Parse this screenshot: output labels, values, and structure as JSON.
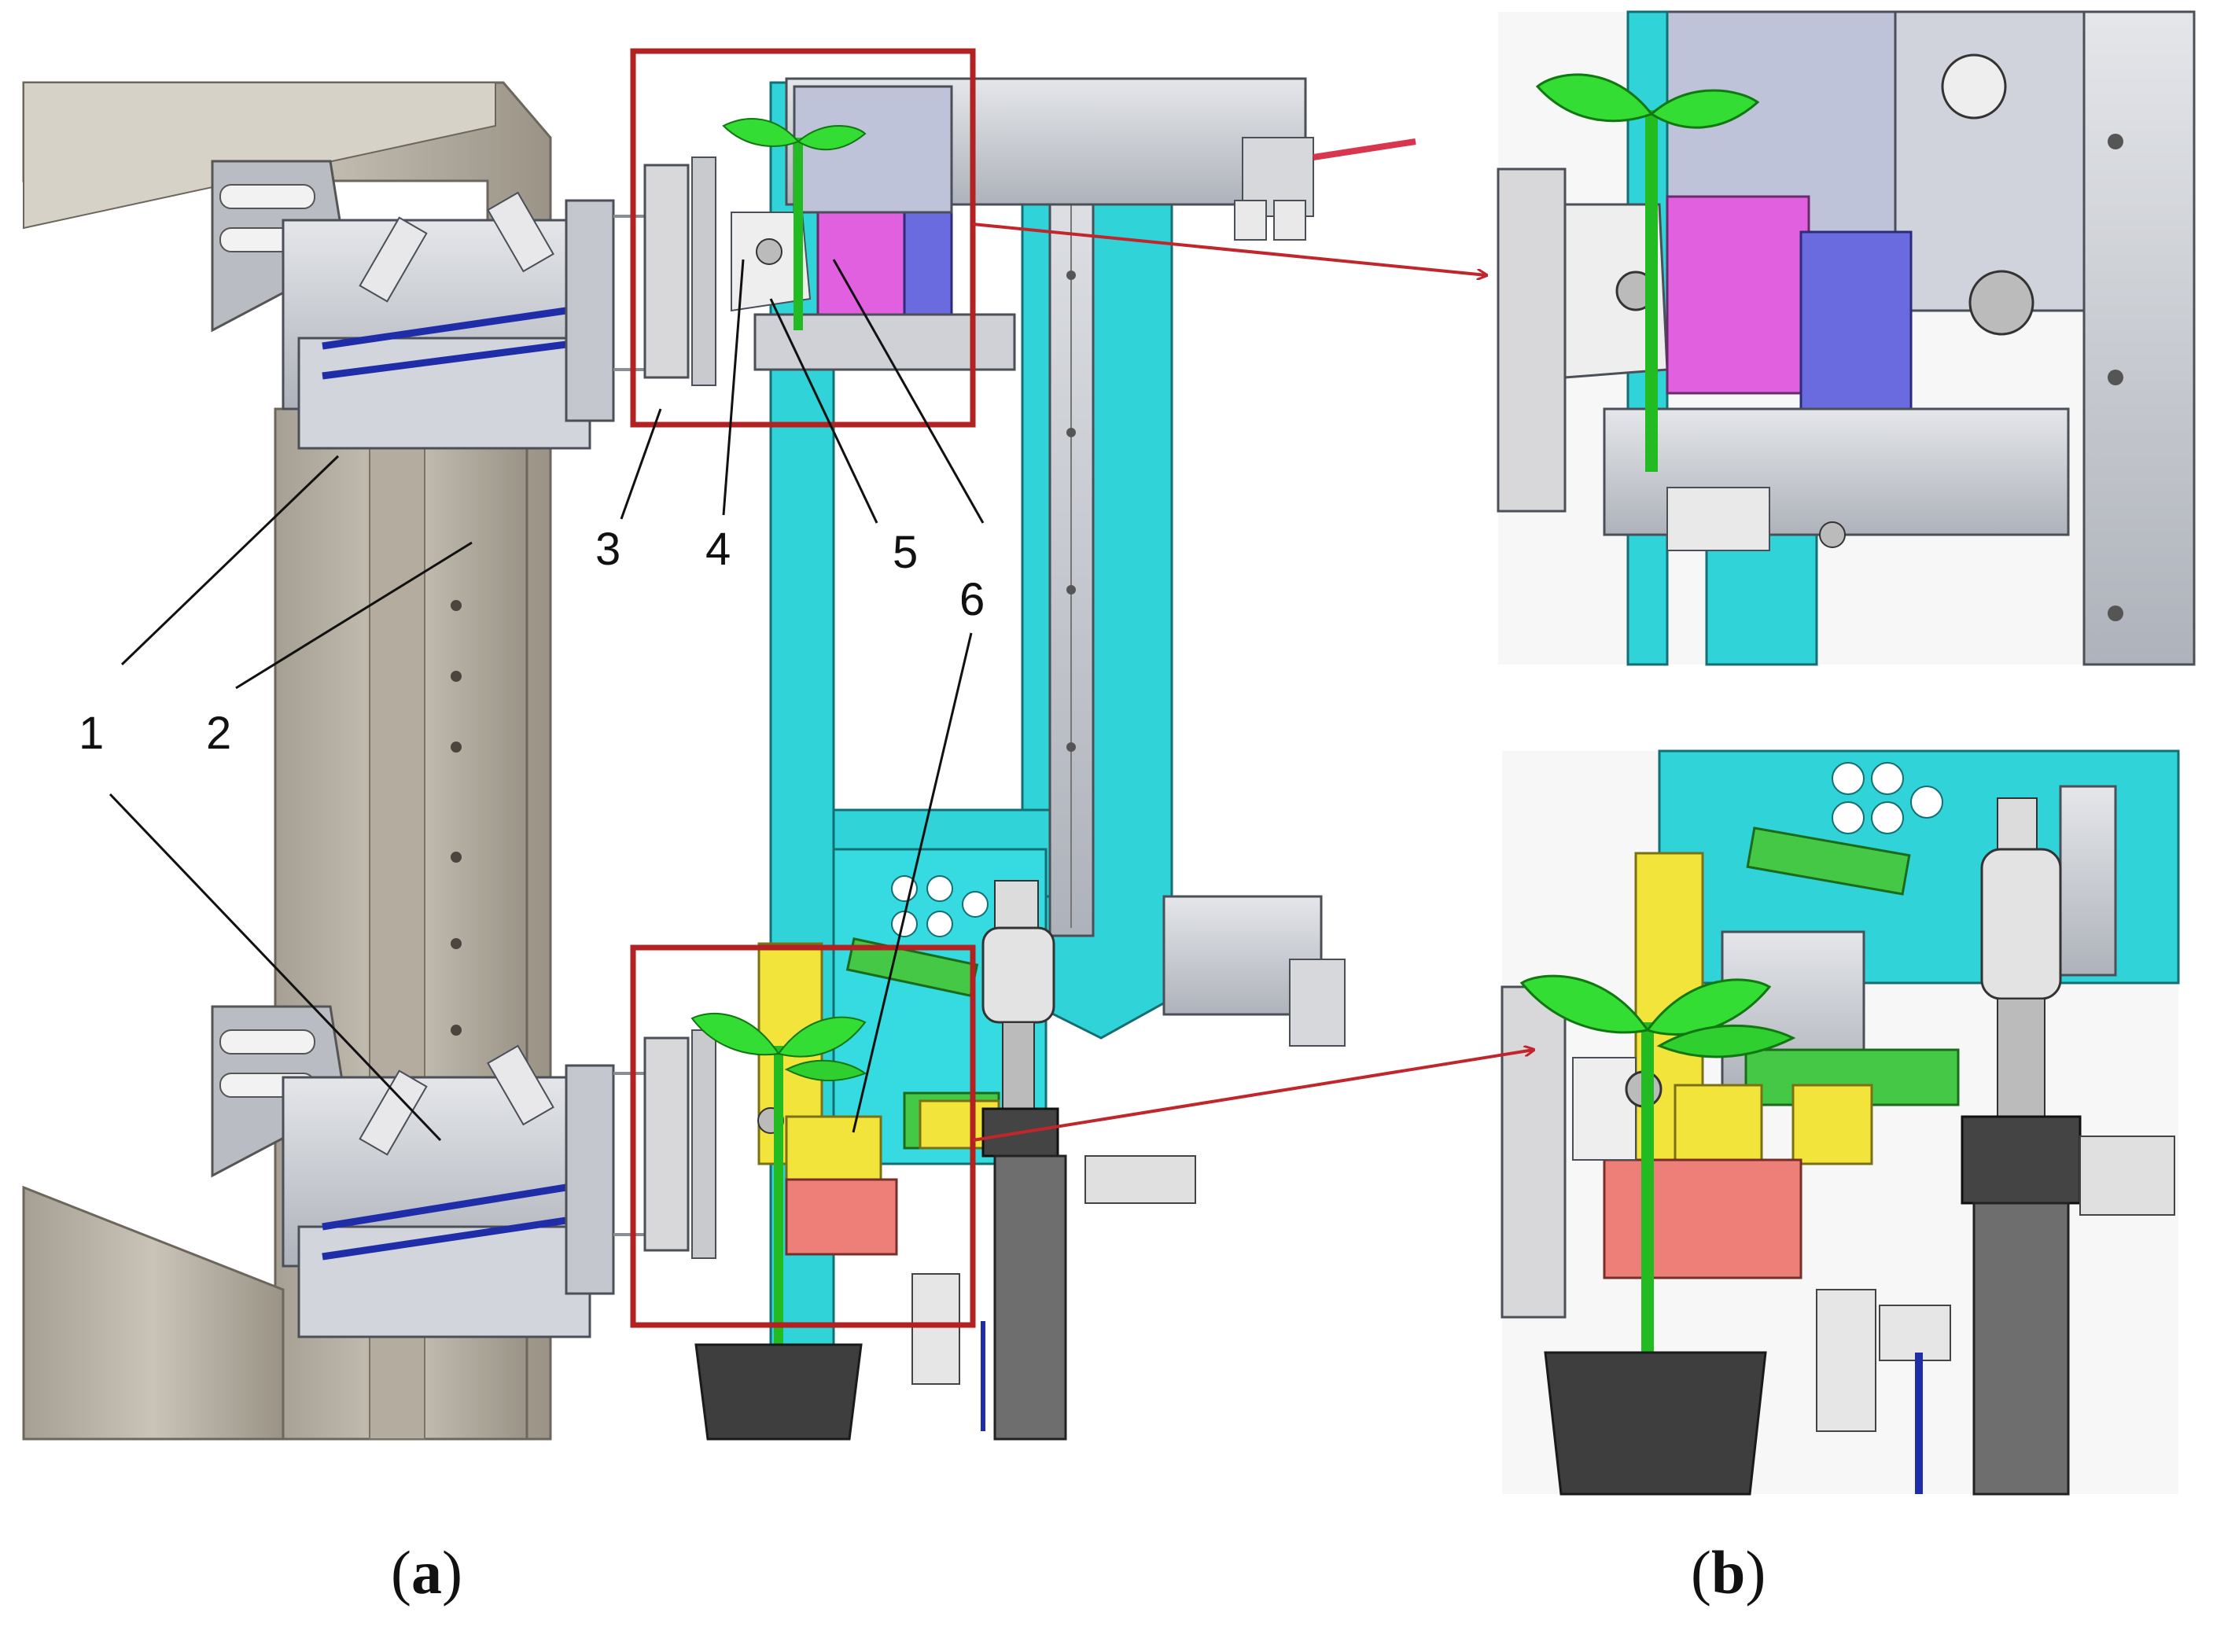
{
  "callouts": {
    "c1": "1",
    "c2": "2",
    "c3": "3",
    "c4": "4",
    "c5": "5",
    "c6a": "6",
    "c6b": "6"
  },
  "panels": {
    "a": "a",
    "b": "b"
  },
  "colors": {
    "frame": "#b8b2a6",
    "frame_dark": "#8f887c",
    "cyan": "#2fd3d8",
    "plant": "#33dd33",
    "magenta": "#e060e0",
    "violet": "#6b6be0",
    "yellow": "#f2e43a",
    "salmon": "#ee7f78",
    "green_bar": "#45c845",
    "steel": "#c9ccd4",
    "dark_grey": "#5a5a5a",
    "highlight_box": "#b22222",
    "arrow": "#c0262c"
  }
}
